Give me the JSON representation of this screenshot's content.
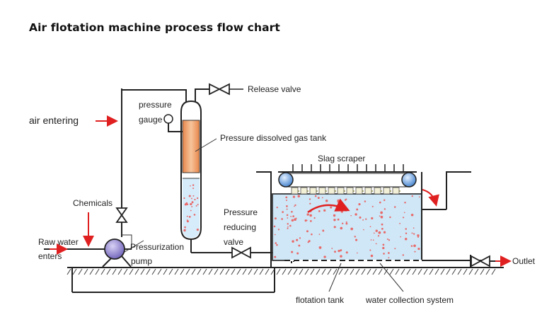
{
  "title": "Air flotation machine process flow chart",
  "labels": {
    "release_valve": "Release valve",
    "pressure": "pressure",
    "gauge": "gauge",
    "air_entering": "air entering",
    "pressure_dissolved_gas_tank": "Pressure dissolved gas tank",
    "slag_scraper": "Slag scraper",
    "chemicals": "Chemicals",
    "pressure_reducing_1": "Pressure",
    "pressure_reducing_2": "reducing",
    "pressure_reducing_3": "valve",
    "raw_water_1": "Raw water",
    "raw_water_2": "enters",
    "pressurization_1": "Pressurization",
    "pressurization_2": "pump",
    "outlet": "Outlet",
    "flotation_tank": "flotation tank",
    "water_collection_system": "water collection system"
  },
  "colors": {
    "arrow_red": "#e02020",
    "tank_orange": "#f0a070",
    "water_blue": "#cfe7f7",
    "pump_purple": "#8a7fc8",
    "roller_blue": "#6aa3e0",
    "bubble_red": "#e86a6a"
  }
}
